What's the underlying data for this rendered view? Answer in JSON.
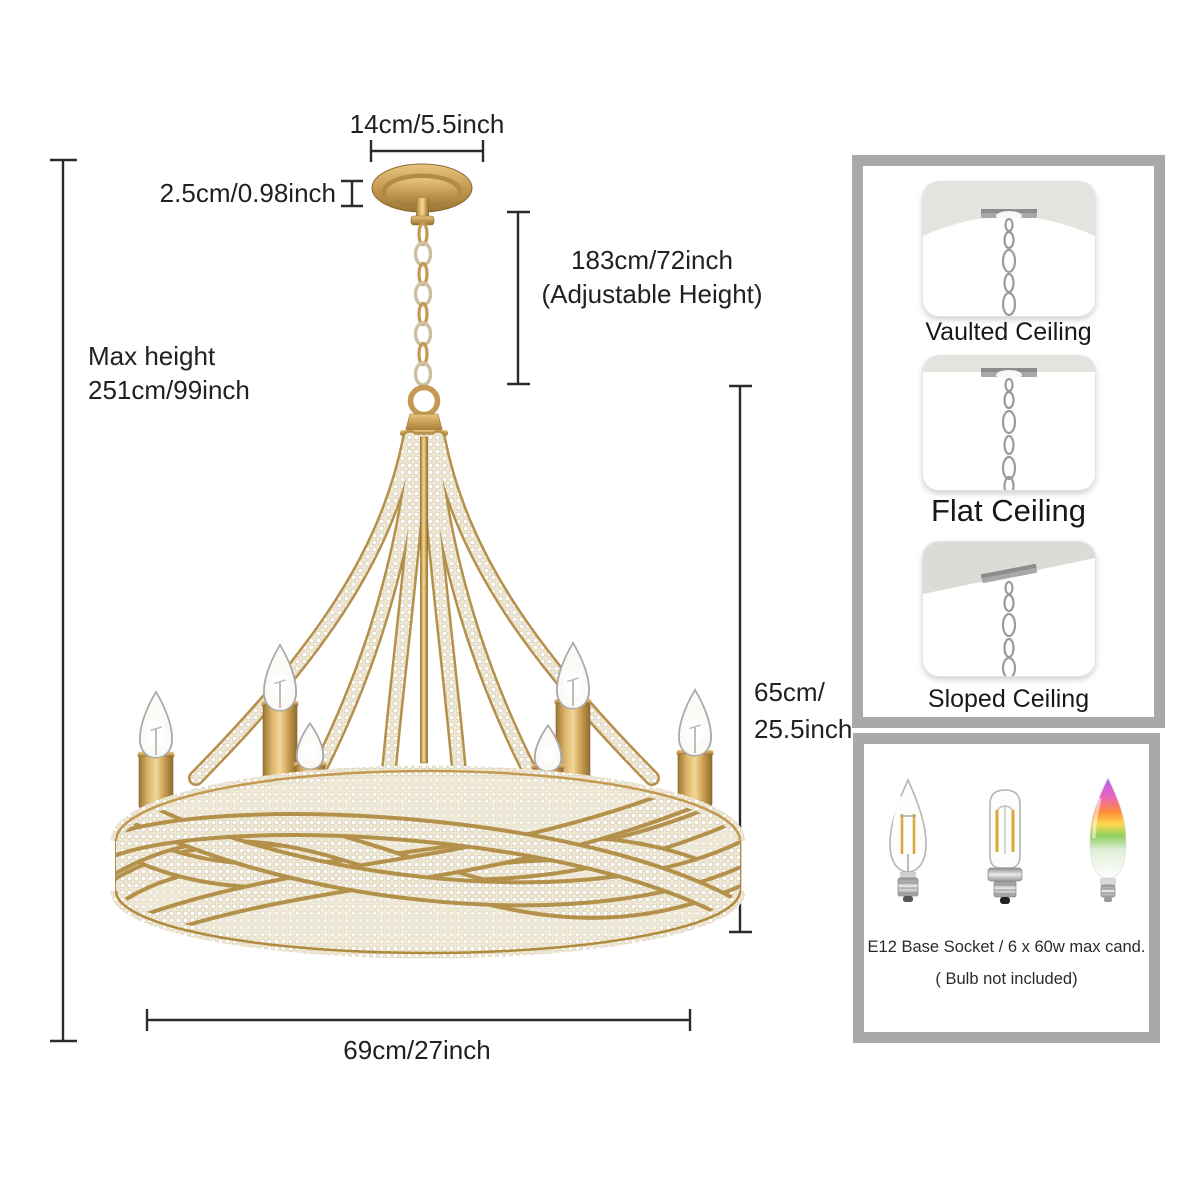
{
  "diagram": {
    "canopy_width_label": "14cm/5.5inch",
    "canopy_thickness_label": "2.5cm/0.98inch",
    "chain_length_label_1": "183cm/72inch",
    "chain_length_label_2": "(Adjustable Height)",
    "max_height_label_1": "Max height",
    "max_height_label_2": "251cm/99inch",
    "fixture_height_label_1": "65cm/",
    "fixture_height_label_2": "25.5inch",
    "fixture_width_label": "69cm/27inch"
  },
  "ceiling_panel": {
    "options": [
      {
        "id": "vaulted",
        "label": "Vaulted Ceiling"
      },
      {
        "id": "flat",
        "label": "Flat Ceiling"
      },
      {
        "id": "sloped",
        "label": "Sloped Ceiling"
      }
    ]
  },
  "bulb_panel": {
    "socket_label": "E12 Base Socket / 6 x 60w max cand.",
    "note_label": "( Bulb not included)",
    "bulb_icons": [
      "filament-candle-bulb",
      "tubular-filament-bulb",
      "rgb-smart-candle-bulb"
    ]
  },
  "colors": {
    "gold": "#c49a52",
    "gold_dark": "#8a672d",
    "crystal": "#f1ebdb",
    "dimension_line": "#2b2b2b",
    "panel_border": "#a9a9a9",
    "ceiling_gray": "#e4e3de",
    "chain_silver": "#b9b9b9"
  }
}
